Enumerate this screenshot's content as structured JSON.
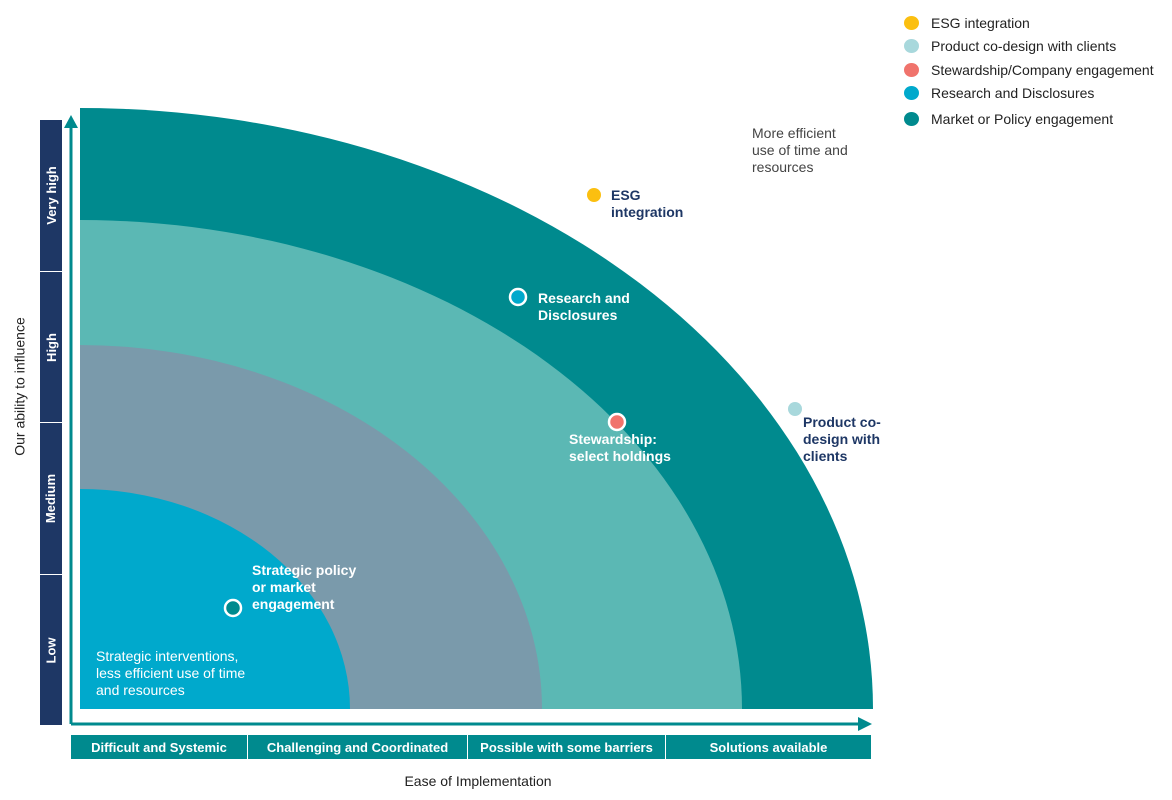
{
  "legend": [
    {
      "label": "ESG integration",
      "color": "#fbbf10"
    },
    {
      "label": "Product co-design with clients",
      "color": "#a8d8dc"
    },
    {
      "label": "Stewardship/Company engagement",
      "color": "#f0736c"
    },
    {
      "label": "Research and Disclosures",
      "color": "#00a9cc"
    },
    {
      "label": "Market or Policy engagement",
      "color": "#008a8e"
    }
  ],
  "y_axis": {
    "title": "Our ability to influence",
    "levels": [
      "Very high",
      "High",
      "Medium",
      "Low"
    ]
  },
  "x_axis": {
    "title": "Ease of Implementation",
    "levels": [
      "Difficult and Systemic",
      "Challenging and Coordinated",
      "Possible with some barriers",
      "Solutions available"
    ]
  },
  "annotations": {
    "top_right": "More efficient use of time and resources",
    "bottom_left": "Strategic interventions, less efficient use of time and resources"
  },
  "points": {
    "esg": "ESG integration",
    "research": "Research and Disclosures",
    "stewardship": "Stewardship: select holdings",
    "product": "Product co-design with clients",
    "strategic": "Strategic policy or market engagement"
  },
  "colors": {
    "band1": "#008a8e",
    "band2": "#5bb8b4",
    "band3": "#7a9aab",
    "band4": "#00a9cc",
    "navy": "#1e3765"
  }
}
